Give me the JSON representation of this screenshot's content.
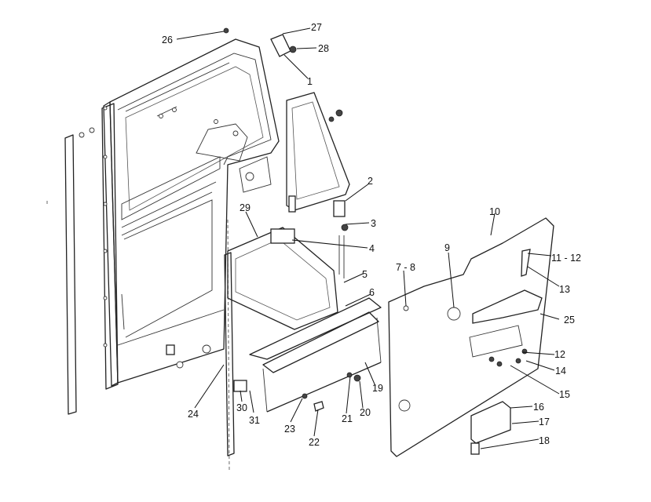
{
  "callouts": [
    "1",
    "2",
    "3",
    "4",
    "5",
    "6",
    "7 - 8",
    "9",
    "10",
    "11 - 12",
    "12",
    "13",
    "14",
    "15",
    "16",
    "17",
    "18",
    "19",
    "20",
    "21",
    "22",
    "23",
    "24",
    "25",
    "26",
    "27",
    "28",
    "29",
    "30",
    "31"
  ]
}
